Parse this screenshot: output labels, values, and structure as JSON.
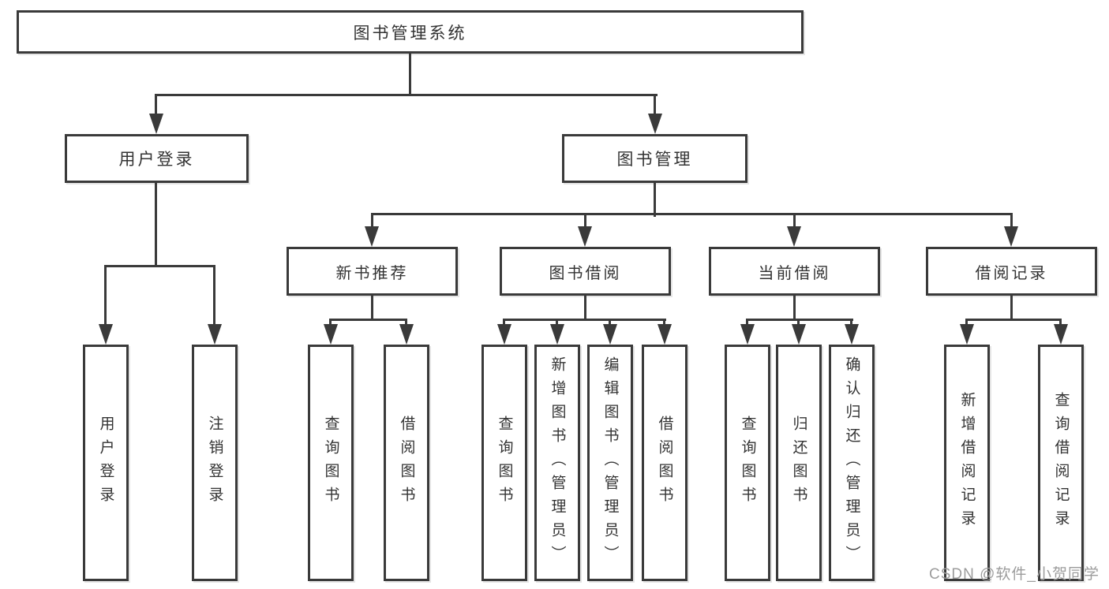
{
  "tree": {
    "root": "图书管理系统",
    "login": {
      "label": "用户登录",
      "children": [
        "用户登录",
        "注销登录"
      ]
    },
    "management": {
      "label": "图书管理",
      "children": [
        {
          "label": "新书推荐",
          "children": [
            "查询图书",
            "借阅图书"
          ]
        },
        {
          "label": "图书借阅",
          "children": [
            "查询图书",
            "新增图书（管理员）",
            "编辑图书（管理员）",
            "借阅图书"
          ]
        },
        {
          "label": "当前借阅",
          "children": [
            "查询图书",
            "归还图书",
            "确认归还（管理员）"
          ]
        },
        {
          "label": "借阅记录",
          "children": [
            "新增借阅记录",
            "查询借阅记录"
          ]
        }
      ]
    }
  },
  "watermark": "CSDN @软件_小贺同学",
  "colors": {
    "line": "#3a3a3a",
    "text": "#333333",
    "watermark": "#9c9c9c",
    "background": "#ffffff"
  }
}
